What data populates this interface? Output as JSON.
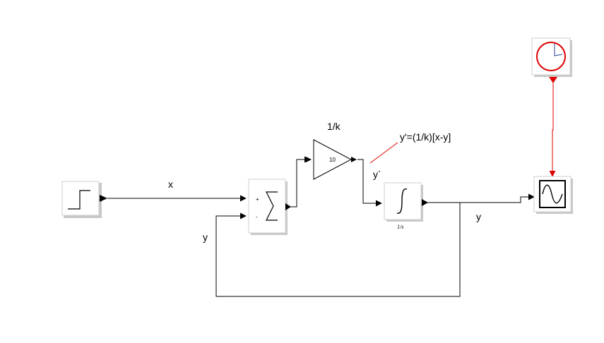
{
  "diagram": {
    "labels": {
      "signal_x": "x",
      "signal_y_feedback": "y",
      "signal_y_output": "y",
      "signal_y_prime": "y´",
      "gain_label": "1/k",
      "equation": "y'=(1/k)[x-y]"
    },
    "blocks": {
      "gain_value": "10",
      "integrator_caption": "1/s",
      "sum_plus": "+",
      "sum_minus": "-"
    },
    "colors": {
      "signal_wire": "#000000",
      "event_wire": "#e00000",
      "clock": "#e00000",
      "block_shadow": "#c8c8c8"
    },
    "icons": {
      "step": "step-source-icon",
      "sum": "summation-icon",
      "gain": "gain-triangle-icon",
      "integrator": "integrator-icon",
      "scope": "scope-icon",
      "clock": "clock-icon"
    }
  }
}
